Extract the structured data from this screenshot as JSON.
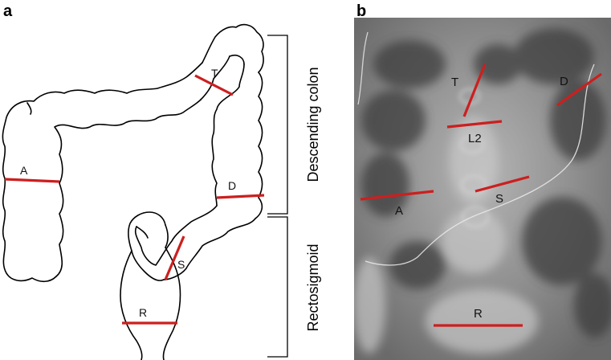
{
  "panel_a": {
    "letter": "a",
    "labels": {
      "T": "T",
      "A": "A",
      "D": "D",
      "S": "S",
      "R": "R"
    },
    "brackets": {
      "upper": "Descending colon",
      "lower": "Rectosigmoid"
    }
  },
  "panel_b": {
    "letter": "b",
    "labels": {
      "T": "T",
      "L2": "L2",
      "D": "D",
      "A": "A",
      "S": "S",
      "R": "R"
    }
  },
  "colors": {
    "marker": "#cc1f1f",
    "outline": "#000000",
    "xray_bg": "#9a9a9a"
  }
}
